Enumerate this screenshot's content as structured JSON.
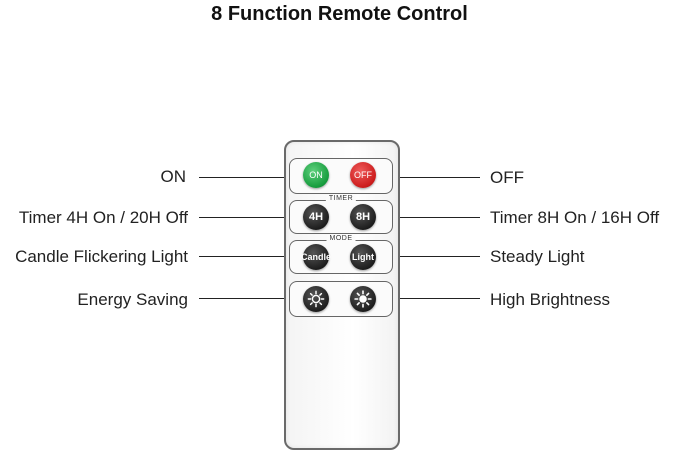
{
  "title": "8 Function Remote Control",
  "labels": {
    "left": [
      "ON",
      "Timer 4H On / 20H Off",
      "Candle Flickering Light",
      "Energy Saving"
    ],
    "right": [
      "OFF",
      "Timer 8H On / 16H Off",
      "Steady Light",
      "High Brightness"
    ]
  },
  "remote": {
    "timer_caption": "TIMER",
    "mode_caption": "MODE",
    "buttons": {
      "on": "ON",
      "off": "OFF",
      "timer_4h": "4H",
      "timer_8h": "8H",
      "candle": "Candle",
      "light": "Light"
    }
  },
  "colors": {
    "on_button": "#169c3d",
    "off_button": "#cc1c1c",
    "black_button": "#1e1e1e"
  },
  "icons": {
    "energy_saving": "sun-outline-icon",
    "high_brightness": "sun-filled-icon"
  }
}
